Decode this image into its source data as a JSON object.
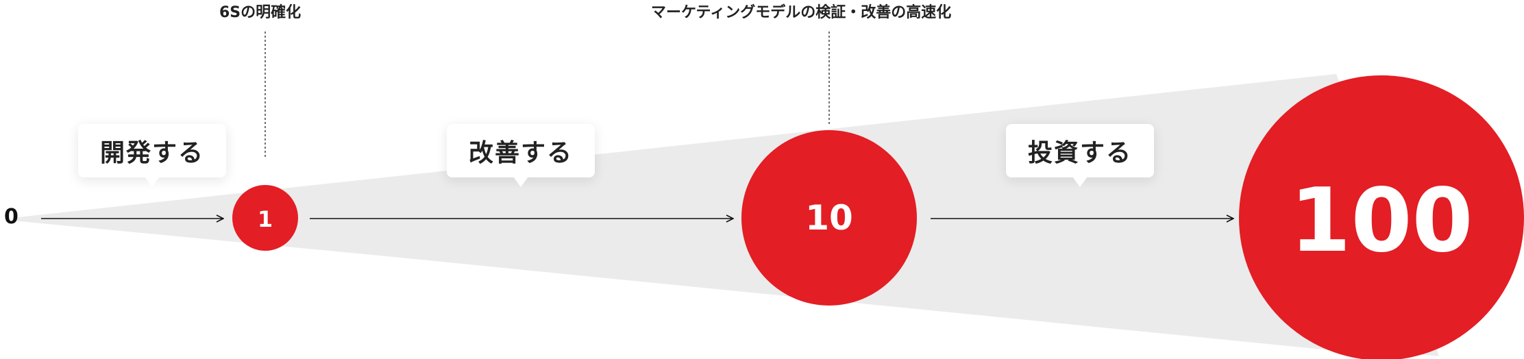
{
  "start_value": "0",
  "milestones": [
    {
      "value": "1",
      "annotation": "6Sの明確化"
    },
    {
      "value": "10",
      "annotation": "マーケティングモデルの検証・改善の高速化"
    },
    {
      "value": "100"
    }
  ],
  "steps": [
    "開発する",
    "改善する",
    "投資する"
  ],
  "colors": {
    "accent": "#e31e24",
    "cone": "#ebebeb",
    "text": "#222222"
  }
}
